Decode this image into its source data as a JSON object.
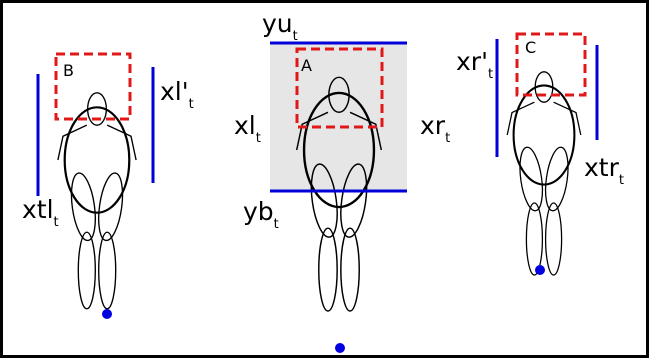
{
  "colors": {
    "background": "#ffffff",
    "frame": "#000000",
    "shaded_region": "#e6e6e6",
    "boundary_lines": "#0000d8",
    "head_boxes": "#e01818",
    "body_outline": "#000000",
    "feet_marker": "#0000e0"
  },
  "boxes": {
    "left": "B",
    "center": "A",
    "right": "C"
  },
  "labels": {
    "yu": {
      "main": "yu",
      "sub": "t"
    },
    "yb": {
      "main": "yb",
      "sub": "t"
    },
    "xl": {
      "main": "xl",
      "sub": "t"
    },
    "xr": {
      "main": "xr",
      "sub": "t"
    },
    "xl_prime": {
      "main": "xl'",
      "sub": "t"
    },
    "xr_prime": {
      "main": "xr'",
      "sub": "t"
    },
    "xtl": {
      "main": "xtl",
      "sub": "t"
    },
    "xtr": {
      "main": "xtr",
      "sub": "t"
    }
  }
}
